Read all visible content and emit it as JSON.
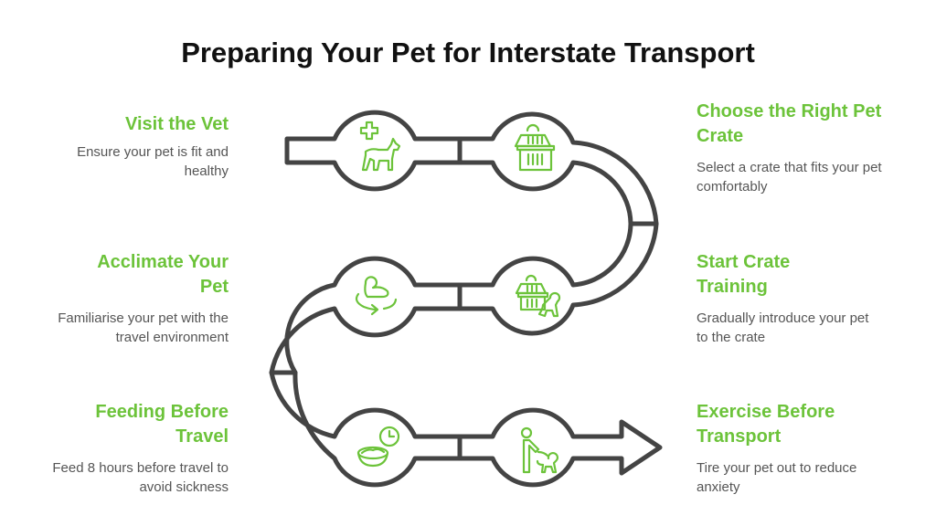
{
  "title": "Preparing Your Pet for Interstate Transport",
  "colors": {
    "accent": "#6cc33a",
    "track": "#444444",
    "title": "#111111",
    "desc": "#555555"
  },
  "steps": [
    {
      "title": "Visit the Vet",
      "desc": "Ensure your pet is fit and healthy",
      "icon": "vet-dog-plus-icon",
      "side": "left"
    },
    {
      "title": "Choose the Right Pet Crate",
      "desc": "Select a crate that fits your pet comfortably",
      "icon": "pet-crate-icon",
      "side": "right"
    },
    {
      "title": "Start Crate Training",
      "desc": "Gradually introduce your pet to the crate",
      "icon": "crate-with-dog-icon",
      "side": "right"
    },
    {
      "title": "Acclimate Your Pet",
      "desc": "Familiarise your pet with the travel environment",
      "icon": "dog-circle-arrow-icon",
      "side": "left"
    },
    {
      "title": "Feeding Before Travel",
      "desc": "Feed 8 hours before travel to avoid sickness",
      "icon": "food-bowl-clock-icon",
      "side": "left"
    },
    {
      "title": "Exercise Before Transport",
      "desc": "Tire your pet out to reduce anxiety",
      "icon": "person-walking-dog-icon",
      "side": "right"
    }
  ]
}
